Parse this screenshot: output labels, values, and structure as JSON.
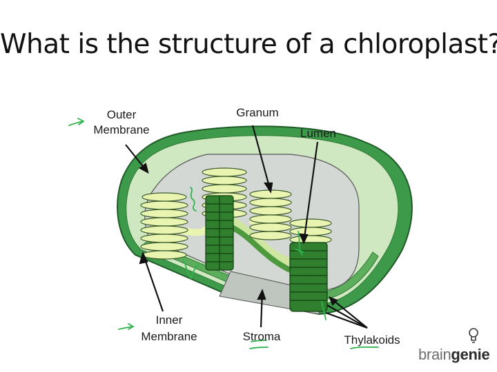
{
  "slide": {
    "title": "What is the structure of a chloroplast?"
  },
  "diagram": {
    "labels": {
      "outer_membrane": [
        "Outer",
        "Membrane"
      ],
      "inner_membrane": [
        "Inner",
        "Membrane"
      ],
      "granum": "Granum",
      "lumen": "Lumen",
      "stroma": "Stroma",
      "thylakoids": "Thylakoids"
    },
    "colors": {
      "outer_membrane": "#3d9a4a",
      "inner_membrane": "#5cae5c",
      "stroma": "#d4d8d4",
      "thylakoid_light": "#e9f4b0",
      "thylakoid_dark": "#2f7f2f",
      "pen_annotation": "#2fb34f"
    }
  },
  "brand": {
    "logo_part1": "brain",
    "logo_part2": "genie",
    "icon": "lightbulb-icon"
  }
}
